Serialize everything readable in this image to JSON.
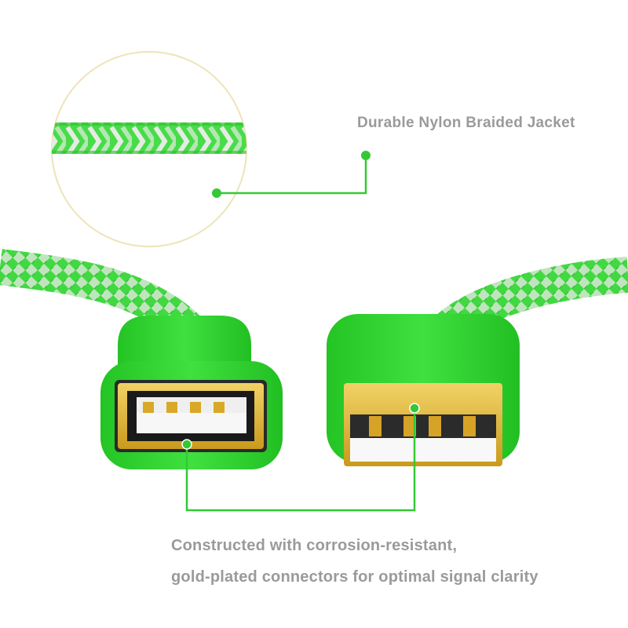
{
  "callouts": {
    "jacket": "Durable Nylon Braided Jacket",
    "connectors_line1": "Constructed with corrosion-resistant,",
    "connectors_line2": "gold-plated connectors for optimal signal clarity"
  },
  "colors": {
    "cable_green": "#3fdc3f",
    "housing_green": "#2ed32e",
    "braid_light": "#dfe9df",
    "gold": "#e0b431",
    "callout_line": "#34c934",
    "caption_text": "#9a9a9a",
    "magnifier_ring": "#ede4b8"
  },
  "icons": {
    "callout_dot": "filled-circle"
  }
}
